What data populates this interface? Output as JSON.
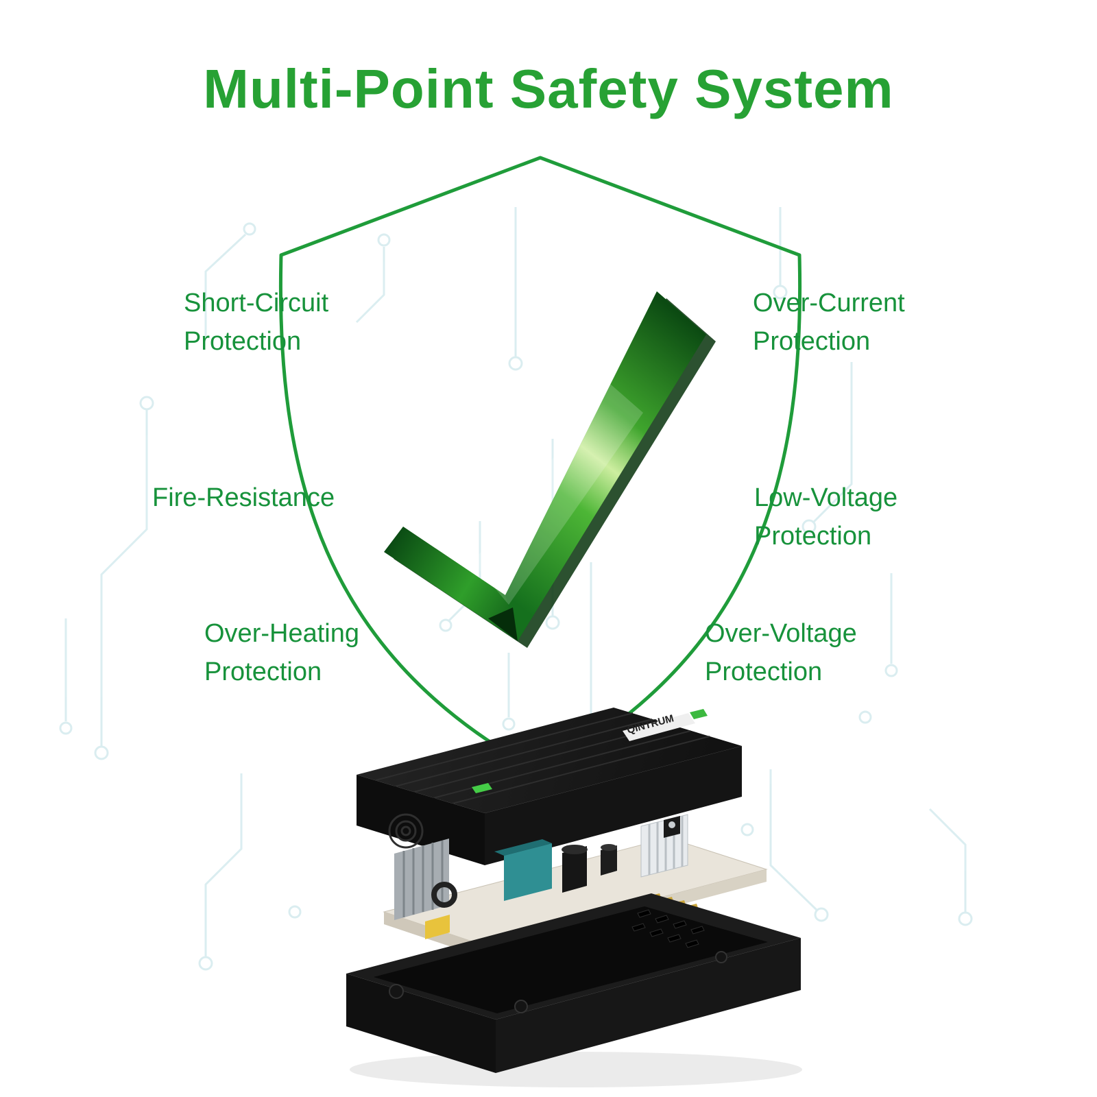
{
  "title": "Multi-Point Safety System",
  "labels": {
    "short_circuit": "Short-Circuit\nProtection",
    "over_current": "Over-Current\nProtection",
    "fire_resistance": "Fire-Resistance",
    "low_voltage": "Low-Voltage\nProtection",
    "over_heating": "Over-Heating\nProtection",
    "over_voltage": "Over-Voltage\nProtection"
  },
  "device": {
    "brand": "QINTRUM"
  },
  "colors": {
    "title_green": "#27a134",
    "label_green": "#17923b",
    "shield_green": "#1f9c3a",
    "check_dark": "#0b4a12",
    "check_light": "#cdeea0",
    "circuit_trace": "#d7ecef",
    "led_green": "#45cc47",
    "device_black": "#1b1b1b"
  }
}
